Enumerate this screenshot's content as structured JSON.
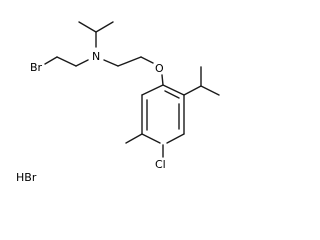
{
  "molecule": {
    "atoms": {
      "bromine": "Br",
      "nitrogen": "N",
      "oxygen": "O",
      "chlorine": "Cl"
    },
    "counterion": "HBr"
  }
}
